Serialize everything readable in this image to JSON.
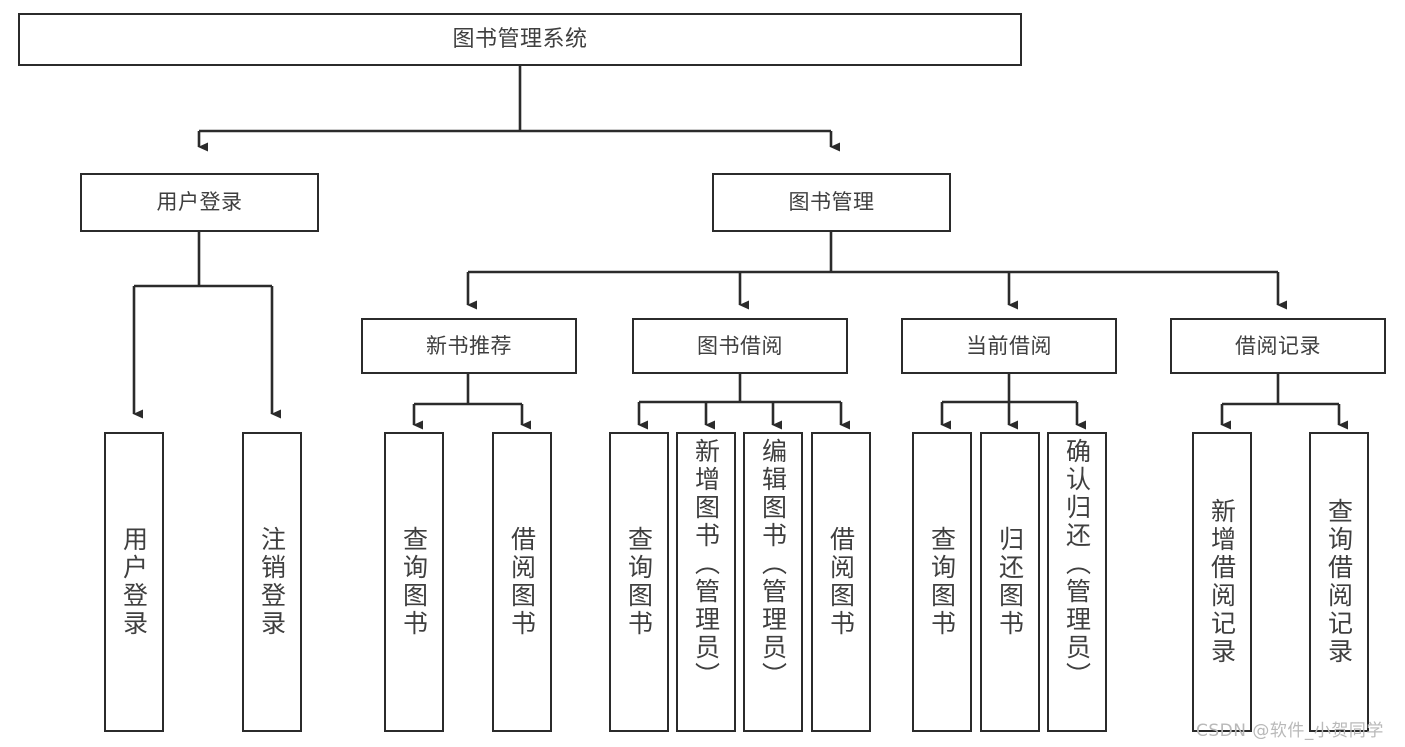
{
  "diagram": {
    "title": "图书管理系统",
    "type": "functional-structure-tree",
    "colors": {
      "background": "#ffffff",
      "border": "#2b2b2b",
      "text": "#3f3f3f",
      "edge": "#2b2b2b",
      "watermark": "#b9b9b9"
    },
    "levels": {
      "root": {
        "label": "图书管理系统"
      },
      "level1": [
        {
          "id": "user-login",
          "label": "用户登录"
        },
        {
          "id": "book-manage",
          "label": "图书管理"
        }
      ],
      "level2": [
        {
          "id": "new-book-recommend",
          "label": "新书推荐"
        },
        {
          "id": "book-borrow",
          "label": "图书借阅"
        },
        {
          "id": "current-borrow",
          "label": "当前借阅"
        },
        {
          "id": "borrow-record",
          "label": "借阅记录"
        }
      ],
      "leaves": {
        "user_login": [
          {
            "id": "leaf-user-login",
            "label": "用户登录"
          },
          {
            "id": "leaf-logout",
            "label": "注销登录"
          }
        ],
        "new_book_recommend": [
          {
            "id": "leaf-query-book-1",
            "label": "查询图书"
          },
          {
            "id": "leaf-borrow-book-1",
            "label": "借阅图书"
          }
        ],
        "book_borrow": [
          {
            "id": "leaf-query-book-2",
            "label": "查询图书"
          },
          {
            "id": "leaf-add-book",
            "label": "新增图书（管理员）"
          },
          {
            "id": "leaf-edit-book",
            "label": "编辑图书（管理员）"
          },
          {
            "id": "leaf-borrow-book-2",
            "label": "借阅图书"
          }
        ],
        "current_borrow": [
          {
            "id": "leaf-query-book-3",
            "label": "查询图书"
          },
          {
            "id": "leaf-return-book",
            "label": "归还图书"
          },
          {
            "id": "leaf-confirm-return",
            "label": "确认归还（管理员）"
          }
        ],
        "borrow_record": [
          {
            "id": "leaf-add-record",
            "label": "新增借阅记录"
          },
          {
            "id": "leaf-query-record",
            "label": "查询借阅记录"
          }
        ]
      }
    },
    "watermark": "CSDN @软件_小贺同学"
  }
}
